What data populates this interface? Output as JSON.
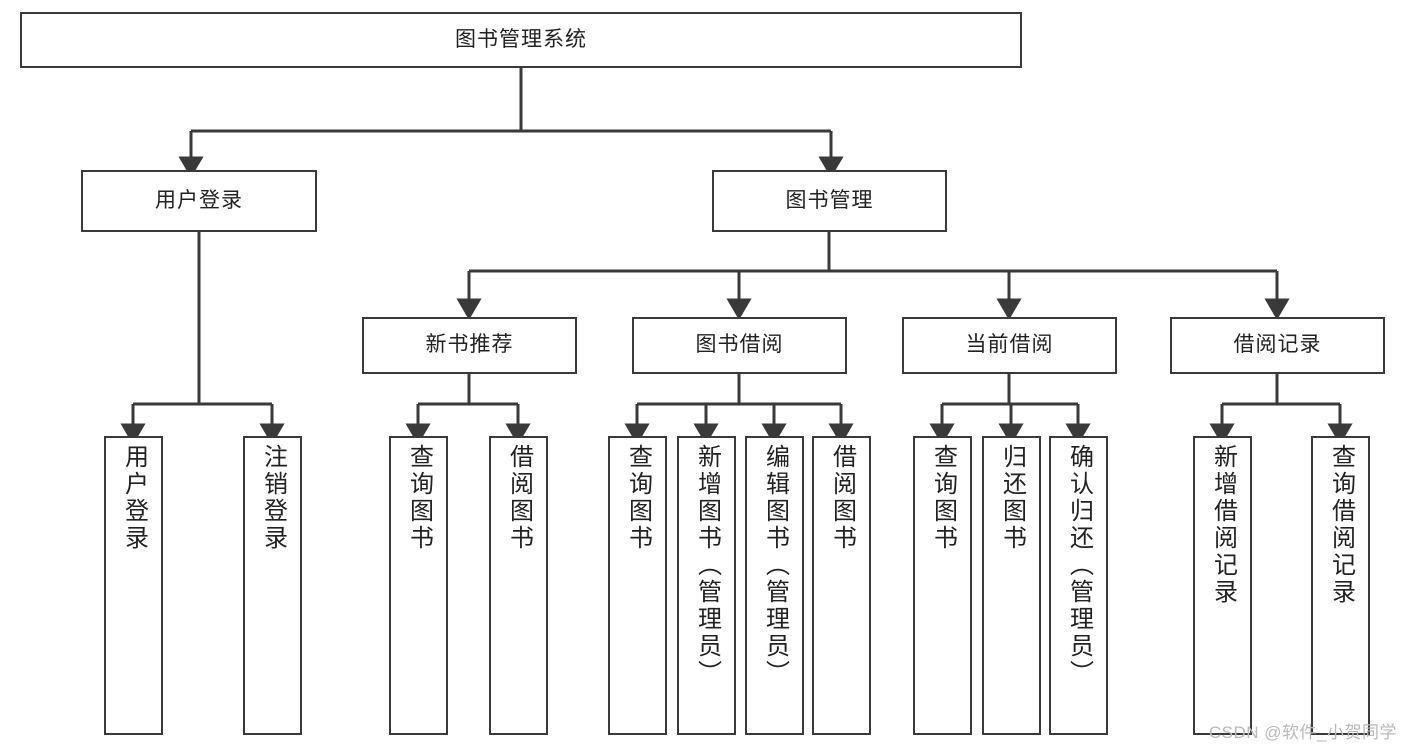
{
  "diagram": {
    "type": "tree-hierarchy-chart",
    "title": "图书管理系统",
    "root": {
      "label": "图书管理系统"
    },
    "level2": [
      {
        "label": "用户登录"
      },
      {
        "label": "图书管理"
      }
    ],
    "level3": [
      {
        "label": "新书推荐"
      },
      {
        "label": "图书借阅"
      },
      {
        "label": "当前借阅"
      },
      {
        "label": "借阅记录"
      }
    ],
    "leaves": {
      "user_login": [
        {
          "label": "用户登录"
        },
        {
          "label": "注销登录"
        }
      ],
      "new_book_recommend": [
        {
          "label": "查询图书"
        },
        {
          "label": "借阅图书"
        }
      ],
      "book_borrow": [
        {
          "label": "查询图书"
        },
        {
          "label": "新增图书（管理员）"
        },
        {
          "label": "编辑图书（管理员）"
        },
        {
          "label": "借阅图书"
        }
      ],
      "current_borrow": [
        {
          "label": "查询图书"
        },
        {
          "label": "归还图书"
        },
        {
          "label": "确认归还（管理员）"
        }
      ],
      "borrow_record": [
        {
          "label": "新增借阅记录"
        },
        {
          "label": "查询借阅记录"
        }
      ]
    }
  },
  "watermark": {
    "text": "CSDN @软件_小贺同学"
  },
  "colors": {
    "stroke": "#3a3a3a",
    "fill": "#ffffff",
    "text": "#222222",
    "watermark": "#b9b9b9"
  }
}
